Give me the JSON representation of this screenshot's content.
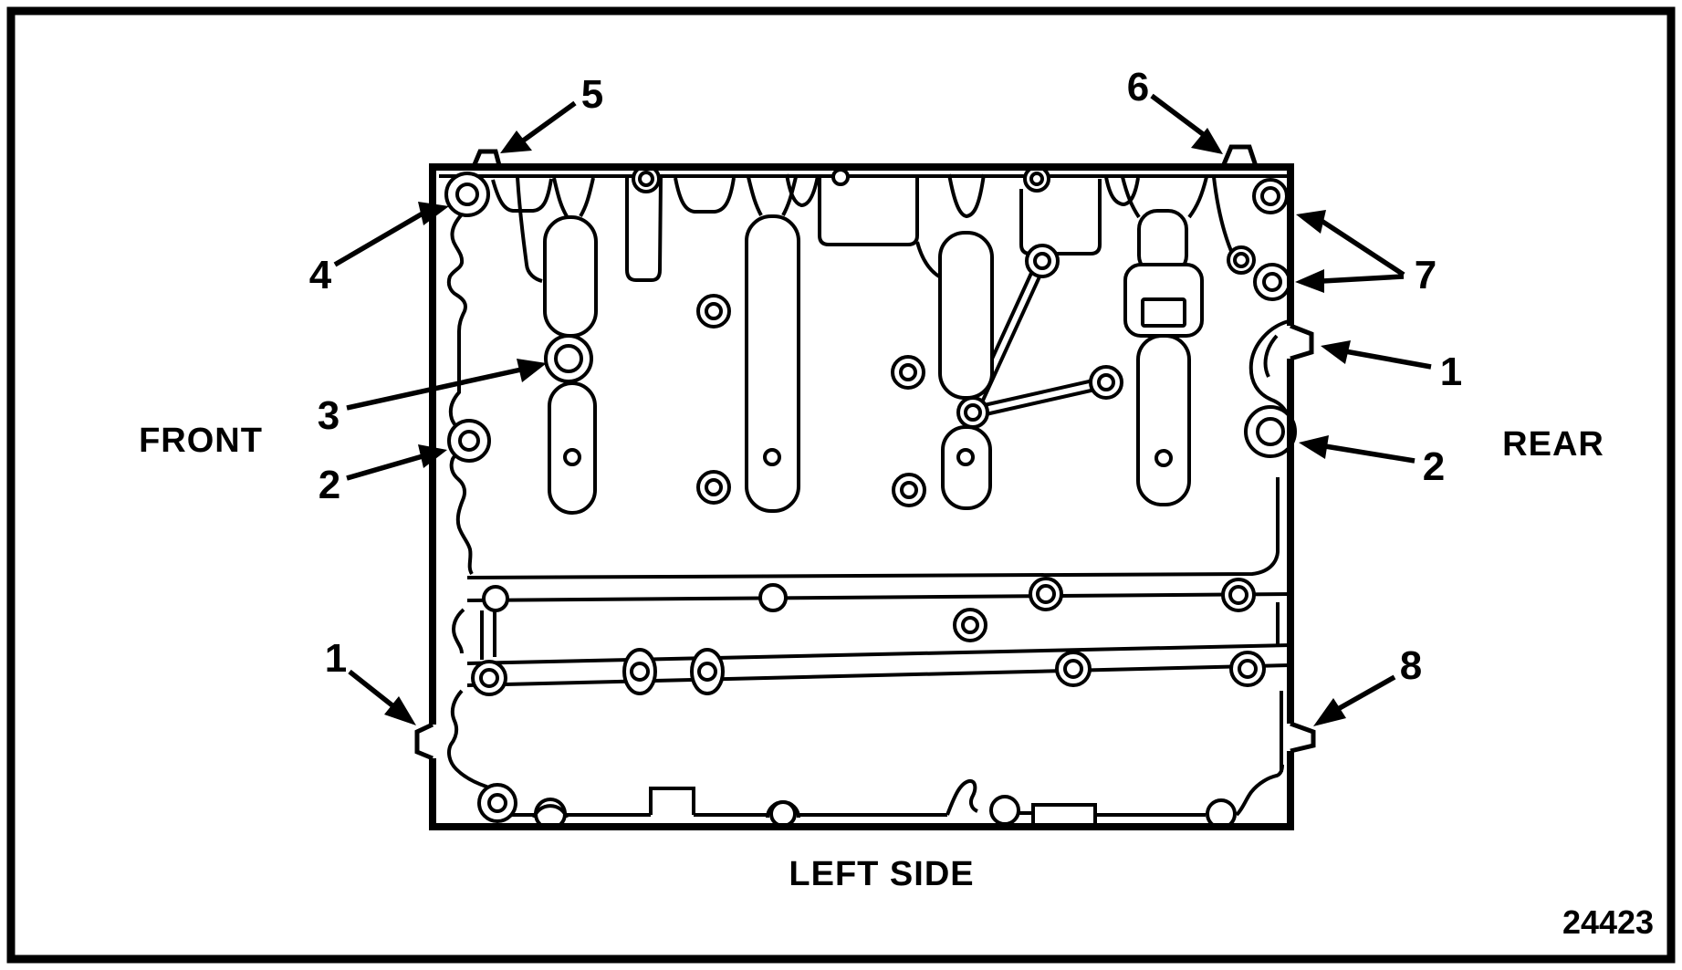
{
  "diagram": {
    "description": "Engine cylinder block, left side view, technical line illustration with numbered callouts",
    "orientation_labels": {
      "front": "FRONT",
      "rear": "REAR",
      "side": "LEFT SIDE"
    },
    "figure_number": "24423",
    "callouts": {
      "c5": {
        "label": "5"
      },
      "c6": {
        "label": "6"
      },
      "c4": {
        "label": "4"
      },
      "c7": {
        "label": "7"
      },
      "c1_right": {
        "label": "1"
      },
      "c2_right": {
        "label": "2"
      },
      "c3": {
        "label": "3"
      },
      "c2_left": {
        "label": "2"
      },
      "c1_bottom_left": {
        "label": "1"
      },
      "c8": {
        "label": "8"
      }
    },
    "colors": {
      "ink": "#000000",
      "paper": "#ffffff"
    }
  }
}
